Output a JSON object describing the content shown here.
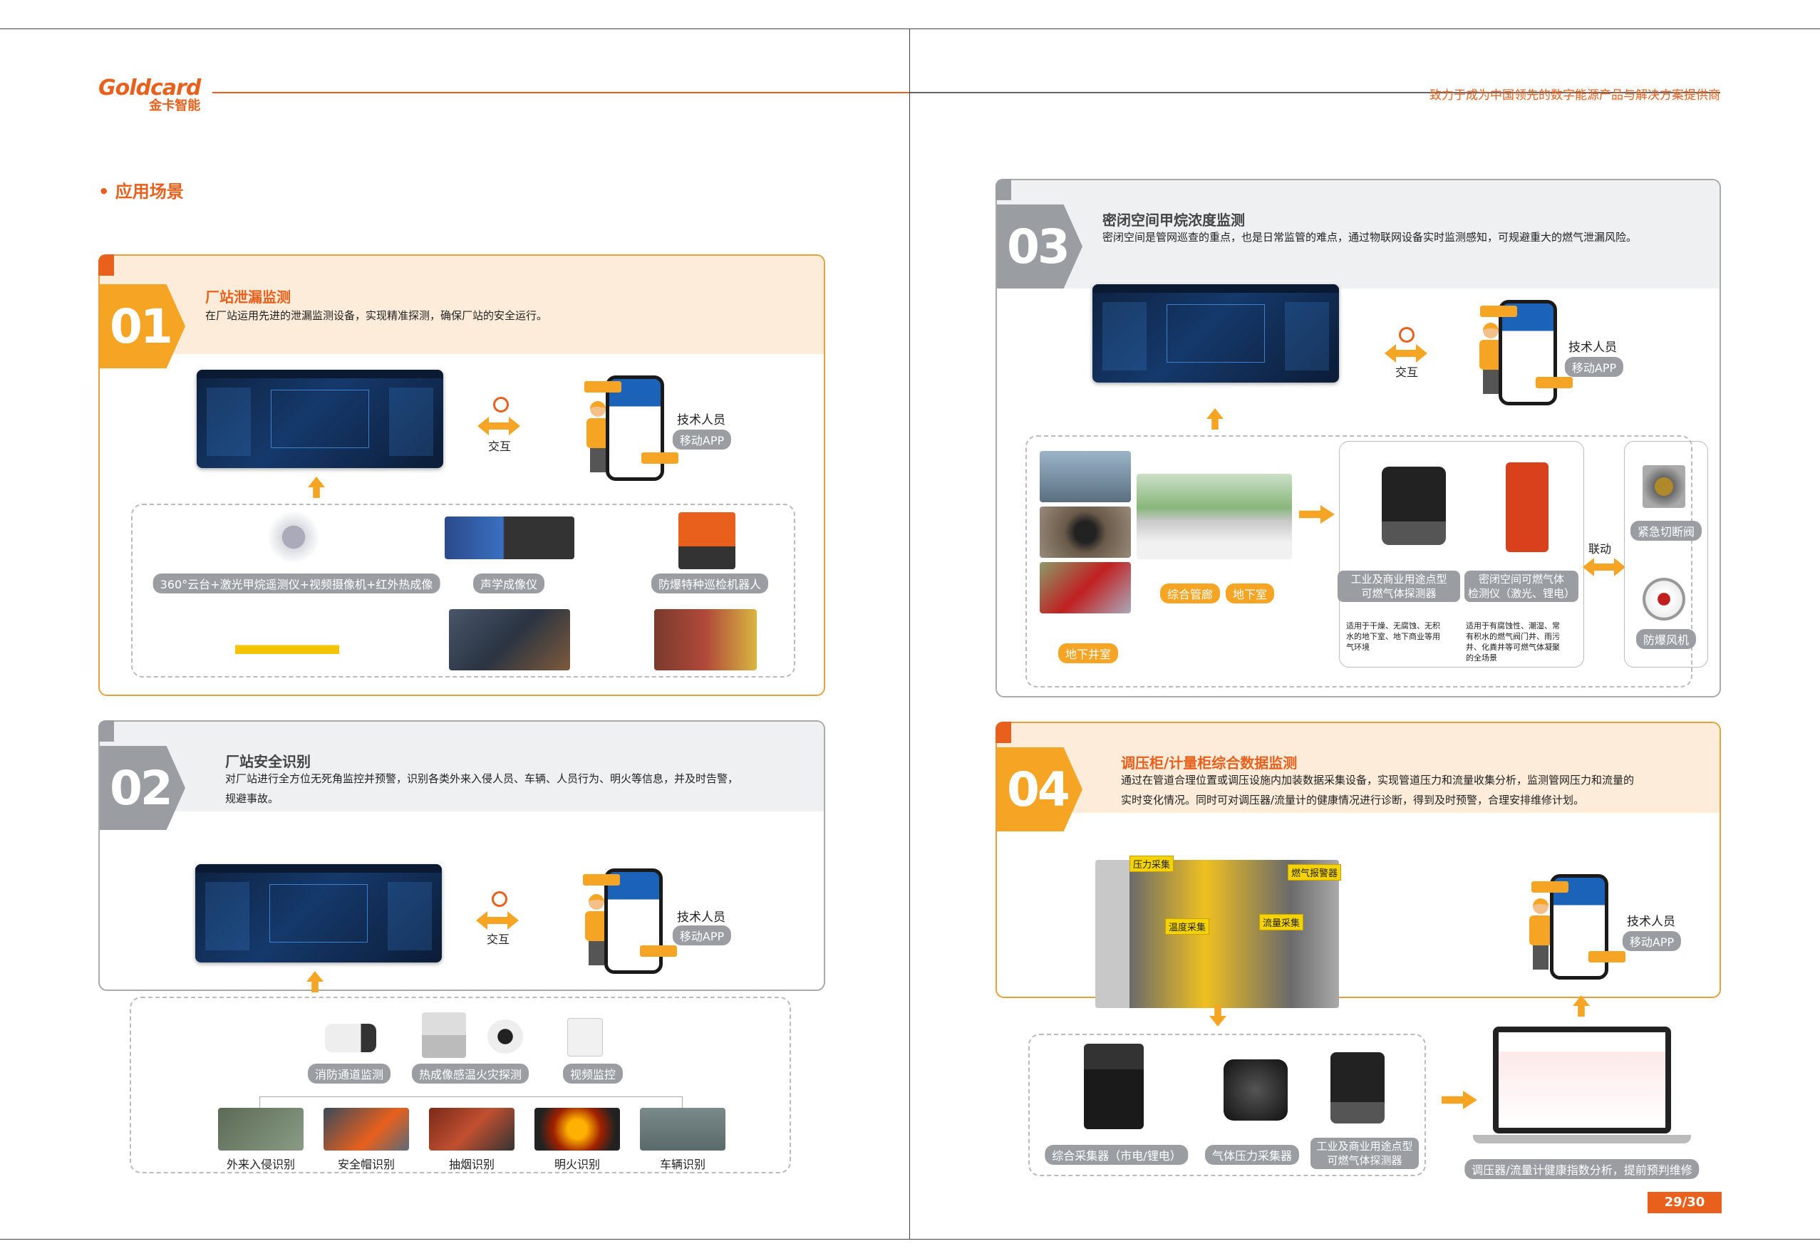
{
  "brand": {
    "name_en": "Goldcard",
    "name_cn": "金卡智能",
    "slogan": "致力于成为中国领先的数字能源产品与解决方案提供商"
  },
  "section_title": "应用场景",
  "common": {
    "role": "技术人员",
    "app": "移动APP",
    "interact": "交互"
  },
  "s01": {
    "num": "01",
    "title": "厂站泄漏监测",
    "desc": "在厂站运用先进的泄漏监测设备，实现精准探测，确保厂站的安全运行。",
    "devices": [
      "360°云台+激光甲烷遥测仪+视频摄像机+红外热成像",
      "声学成像仪",
      "防爆特种巡检机器人"
    ]
  },
  "s02": {
    "num": "02",
    "title": "厂站安全识别",
    "desc1": "对厂站进行全方位无死角监控并预警，识别各类外来入侵人员、车辆、人员行为、明火等信息，并及时告警，",
    "desc2": "规避事故。",
    "devices": [
      "消防通道监测",
      "热成像感温火灾探测",
      "视频监控"
    ],
    "recognitions": [
      "外来入侵识别",
      "安全帽识别",
      "抽烟识别",
      "明火识别",
      "车辆识别"
    ]
  },
  "s03": {
    "num": "03",
    "title": "密闭空间甲烷浓度监测",
    "desc": "密闭空间是管网巡查的重点，也是日常监管的难点，通过物联网设备实时监测感知，可规避重大的燃气泄漏风险。",
    "places": [
      "综合管廊",
      "地下室",
      "地下井室"
    ],
    "detector1": [
      "工业及商业用途点型",
      "可燃气体探测器"
    ],
    "detector2": [
      "密闭空间可燃气体",
      "检测仪（激光、锂电）"
    ],
    "note1": [
      "适用于干燥、无腐蚀、无积",
      "水的地下室、地下商业等用",
      "气环境"
    ],
    "note2": [
      "适用于有腐蚀性、潮湿、常",
      "有积水的燃气阀门井、雨污",
      "井、化粪井等可燃气体凝聚",
      "的全场景"
    ],
    "link": "联动",
    "actuators": [
      "紧急切断阀",
      "防爆风机"
    ]
  },
  "s04": {
    "num": "04",
    "title": "调压柜/计量柜综合数据监测",
    "desc1": "通过在管道合理位置或调压设施内加装数据采集设备，实现管道压力和流量收集分析，监测管网压力和流量的",
    "desc2": "实时变化情况。同时可对调压器/流量计的健康情况进行诊断，得到及时预警，合理安排维修计划。",
    "tags": [
      "压力采集",
      "燃气报警器",
      "温度采集",
      "流量采集"
    ],
    "devices": [
      "综合采集器（市电/锂电）",
      "气体压力采集器"
    ],
    "detector": [
      "工业及商业用途点型",
      "可燃气体探测器"
    ],
    "analysis": "调压器/流量计健康指数分析，提前预判维修"
  },
  "page_number": "29/30"
}
